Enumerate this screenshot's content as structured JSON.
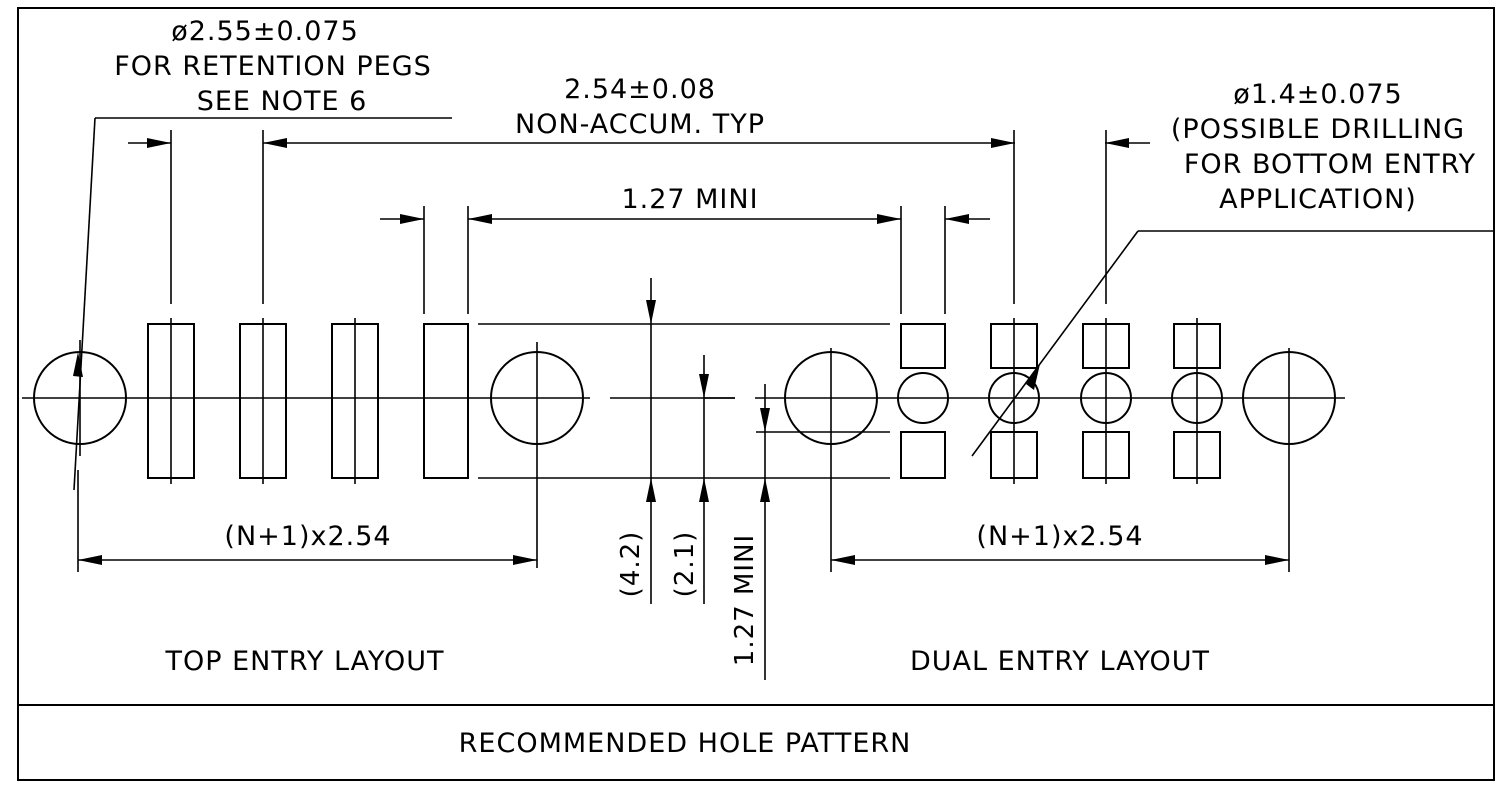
{
  "labels": {
    "peg_dia": "ø2.55±0.075",
    "peg_note_1": "FOR RETENTION PEGS",
    "peg_note_2": "SEE NOTE 6",
    "pitch": "2.54±0.08",
    "pitch_note": "NON-ACCUM. TYP",
    "drill_dia": "ø1.4±0.075",
    "drill_note_1": "(POSSIBLE DRILLING",
    "drill_note_2": "FOR BOTTOM ENTRY",
    "drill_note_3": "APPLICATION)",
    "gap_mini": "1.27 MINI",
    "span_left": "(N+1)x2.54",
    "span_right": "(N+1)x2.54",
    "dim_4_2": "(4.2)",
    "dim_2_1": "(2.1)",
    "dim_1_27_mini": "1.27 MINI",
    "top_layout": "TOP ENTRY LAYOUT",
    "dual_layout": "DUAL ENTRY LAYOUT",
    "footer_title": "RECOMMENDED HOLE PATTERN"
  }
}
